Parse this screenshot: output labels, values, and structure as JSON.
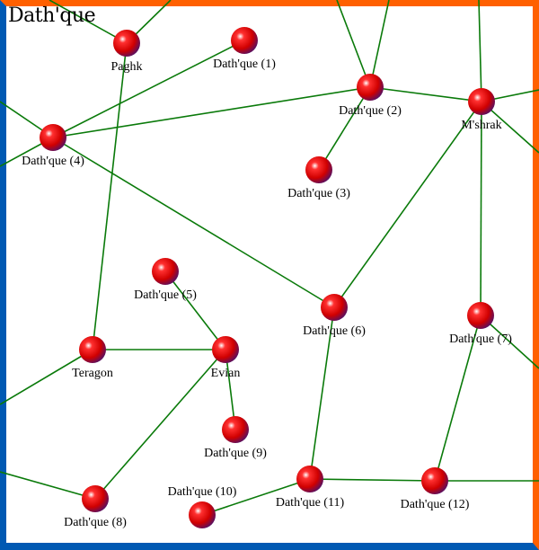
{
  "title": "Dath'que",
  "colors": {
    "top_border": "#ff6000",
    "right_border": "#ff6000",
    "left_border": "#0059b3",
    "bottom_border": "#0059b3",
    "edge": "#0a7a0a",
    "node": "#d00000"
  },
  "nodes": [
    {
      "id": "paghk",
      "label": "Paghk"
    },
    {
      "id": "d1",
      "label": "Dath'que (1)"
    },
    {
      "id": "d2",
      "label": "Dath'que (2)"
    },
    {
      "id": "mshrak",
      "label": "M'shrak"
    },
    {
      "id": "d4",
      "label": "Dath'que (4)"
    },
    {
      "id": "d3",
      "label": "Dath'que (3)"
    },
    {
      "id": "d5",
      "label": "Dath'que (5)"
    },
    {
      "id": "d6",
      "label": "Dath'que (6)"
    },
    {
      "id": "d7",
      "label": "Dath'que (7)"
    },
    {
      "id": "teragon",
      "label": "Teragon"
    },
    {
      "id": "evian",
      "label": "Evian"
    },
    {
      "id": "d9",
      "label": "Dath'que (9)"
    },
    {
      "id": "d8",
      "label": "Dath'que (8)"
    },
    {
      "id": "d10",
      "label": "Dath'que (10)"
    },
    {
      "id": "d11",
      "label": "Dath'que (11)"
    },
    {
      "id": "d12",
      "label": "Dath'que (12)"
    }
  ],
  "edges": [
    [
      "paghk",
      "teragon"
    ],
    [
      "d1",
      "d4"
    ],
    [
      "d4",
      "d2"
    ],
    [
      "d4",
      "d6"
    ],
    [
      "d2",
      "d3"
    ],
    [
      "d2",
      "mshrak"
    ],
    [
      "mshrak",
      "d6"
    ],
    [
      "mshrak",
      "d7"
    ],
    [
      "d7",
      "d12"
    ],
    [
      "d6",
      "d11"
    ],
    [
      "d5",
      "evian"
    ],
    [
      "teragon",
      "evian"
    ],
    [
      "evian",
      "d9"
    ],
    [
      "evian",
      "d8"
    ],
    [
      "d10",
      "d11"
    ],
    [
      "d11",
      "d12"
    ]
  ]
}
